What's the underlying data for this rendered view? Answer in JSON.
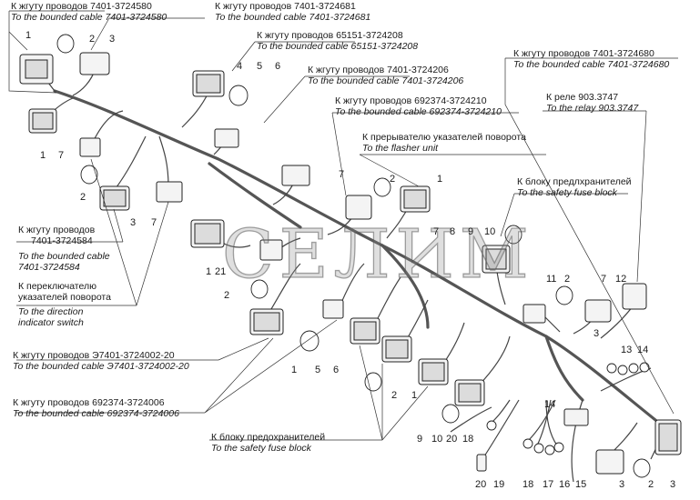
{
  "watermark": "СЕЛИМ",
  "labels": {
    "l1_ru": "К жгуту проводов 7401-3724580",
    "l1_en": "To the bounded cable 7401-3724580",
    "l2_ru": "К жгуту проводов 7401-3724681",
    "l2_en": "To the bounded cable 7401-3724681",
    "l3_ru": "К жгуту проводов 65151-3724208",
    "l3_en": "To the bounded cable 65151-3724208",
    "l4_ru": "К жгуту проводов 7401-3724206",
    "l4_en": "To the bounded cable 7401-3724206",
    "l5_ru": "К жгуту проводов 692374-3724210",
    "l5_en": "To the bounded cable 692374-3724210",
    "l6_ru": "К прерывателю указателей поворота",
    "l6_en": "To the flasher unit",
    "l7_ru": "К жгуту проводов 7401-3724680",
    "l7_en": "To the bounded cable 7401-3724680",
    "l8_ru": "К реле 903.3747",
    "l8_en": "To the relay 903.3747",
    "l9_ru": "К блоку предлхранителей",
    "l9_en": "To the safety fuse block",
    "l10_ru_1": "К жгуту проводов",
    "l10_ru_2": "7401-3724584",
    "l10_en_1": "To the bounded cable",
    "l10_en_2": "7401-3724584",
    "l11_ru_1": "К переключателю",
    "l11_ru_2": "указателей поворота",
    "l11_en_1": "To the direction",
    "l11_en_2": "indicator switch",
    "l12_ru": "К жгуту проводов Э7401-3724002-20",
    "l12_en": "To the bounded cable Э7401-3724002-20",
    "l13_ru": "К жгуту проводов 692374-3724006",
    "l13_en": "To the bounded cable 692374-3724006",
    "l14_ru": "К блоку предохранителей",
    "l14_en": "To the safety fuse block"
  },
  "numbers": {
    "n1": "1",
    "n2": "2",
    "n3": "3",
    "n4": "4",
    "n5": "5",
    "n6": "6",
    "n7": "7",
    "n8": "8",
    "n9": "9",
    "n10": "10",
    "n11": "11",
    "n12": "12",
    "n13": "13",
    "n14": "14",
    "n15": "15",
    "n16": "16",
    "n17": "17",
    "n18": "18",
    "n20": "20",
    "n21": "21"
  }
}
